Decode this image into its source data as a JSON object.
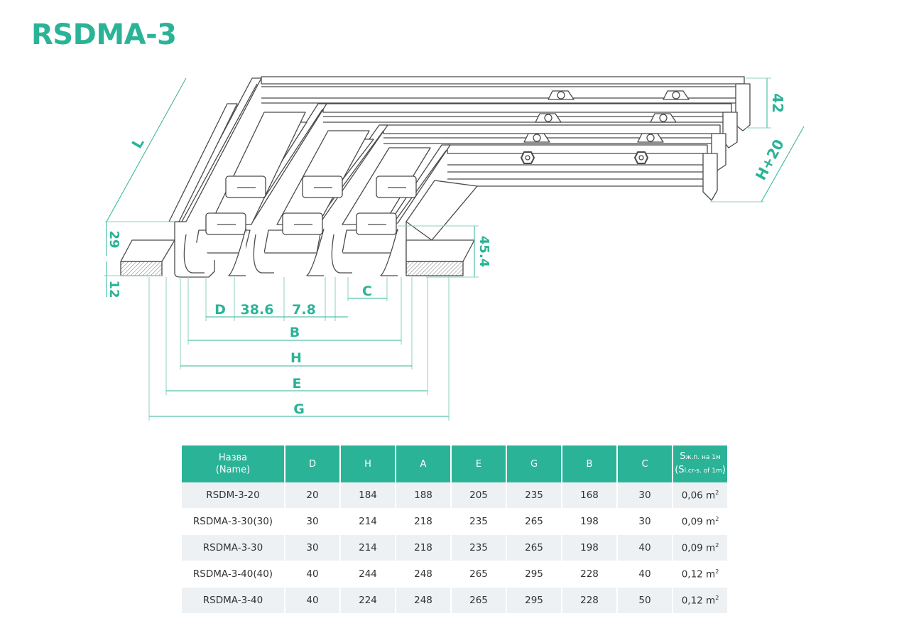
{
  "title": "RSDMA-3",
  "colors": {
    "accent": "#2bb397",
    "row_shade": "#edf1f4",
    "line": "#555555"
  },
  "dimensions": {
    "L": "L",
    "d42": "42",
    "h20": "H+20",
    "d29": "29",
    "d12": "12",
    "d45_4": "45.4",
    "D": "D",
    "d38_6": "38.6",
    "d7_8": "7.8",
    "C": "C",
    "B": "B",
    "H": "H",
    "E": "E",
    "G": "G"
  },
  "table": {
    "headers": {
      "name_l1": "Назва",
      "name_l2": "(Name)",
      "D": "D",
      "H": "H",
      "A": "A",
      "E": "E",
      "G": "G",
      "B": "B",
      "C": "C",
      "s_main1": "S",
      "s_sub1": "ж.п. на 1м",
      "s_main2": "(S",
      "s_sub2": "l.cr-s. of 1m",
      "s_close": ")"
    },
    "rows": [
      {
        "name": "RSDM-3-20",
        "D": "20",
        "H": "184",
        "A": "188",
        "E": "205",
        "G": "235",
        "B": "168",
        "C": "30",
        "S": "0,06 m",
        "unit_sup": "2"
      },
      {
        "name": "RSDMA-3-30(30)",
        "D": "30",
        "H": "214",
        "A": "218",
        "E": "235",
        "G": "265",
        "B": "198",
        "C": "30",
        "S": "0,09 m",
        "unit_sup": "2"
      },
      {
        "name": "RSDMA-3-30",
        "D": "30",
        "H": "214",
        "A": "218",
        "E": "235",
        "G": "265",
        "B": "198",
        "C": "40",
        "S": "0,09 m",
        "unit_sup": "2"
      },
      {
        "name": "RSDMA-3-40(40)",
        "D": "40",
        "H": "244",
        "A": "248",
        "E": "265",
        "G": "295",
        "B": "228",
        "C": "40",
        "S": "0,12 m",
        "unit_sup": "2"
      },
      {
        "name": "RSDMA-3-40",
        "D": "40",
        "H": "224",
        "A": "248",
        "E": "265",
        "G": "295",
        "B": "228",
        "C": "50",
        "S": "0,12 m",
        "unit_sup": "2"
      }
    ]
  }
}
